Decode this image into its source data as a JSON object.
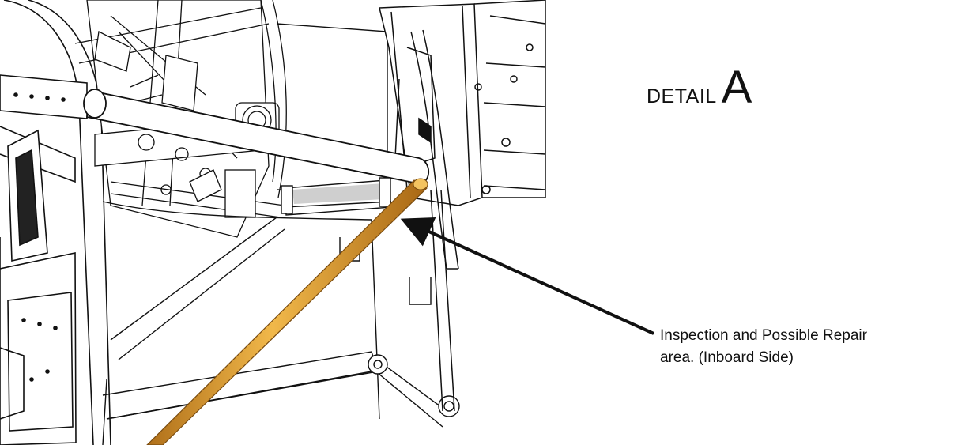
{
  "detail": {
    "word": "DETAIL",
    "letter": "A"
  },
  "callout": {
    "line1": "Inspection and Possible Repair",
    "line2": "area. (Inboard Side)"
  },
  "colors": {
    "highlight_tube": "#e8a52a",
    "line": "#111111",
    "background": "#ffffff",
    "shading": "#cfcfcf"
  }
}
